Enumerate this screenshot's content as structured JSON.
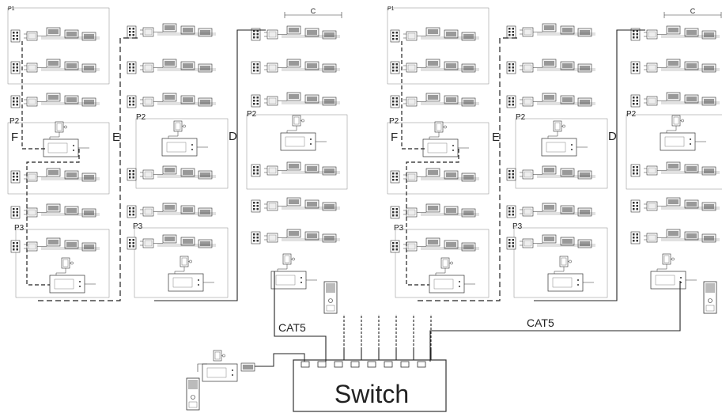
{
  "switch": {
    "label": "Switch"
  },
  "cables": {
    "left": "CAT5",
    "right": "CAT5"
  },
  "groups": [
    {
      "panels": [
        {
          "label": "P1"
        },
        {
          "label": "P2"
        },
        {
          "label": "P3"
        }
      ],
      "trunk_label": "F"
    },
    {
      "panels": [
        {
          "label": "P2"
        },
        {
          "label": "P3"
        }
      ],
      "trunk_label": "E"
    },
    {
      "panels": [
        {
          "label": "P2"
        }
      ],
      "trunk_label": "D",
      "dim_label": "C"
    },
    {
      "panels": [
        {
          "label": "P1"
        },
        {
          "label": "P2"
        },
        {
          "label": "P3"
        }
      ],
      "trunk_label": "F"
    },
    {
      "panels": [
        {
          "label": "P2"
        },
        {
          "label": "P3"
        }
      ],
      "trunk_label": "E"
    },
    {
      "panels": [
        {
          "label": "P2"
        }
      ],
      "trunk_label": "D",
      "dim_label": "C"
    }
  ]
}
